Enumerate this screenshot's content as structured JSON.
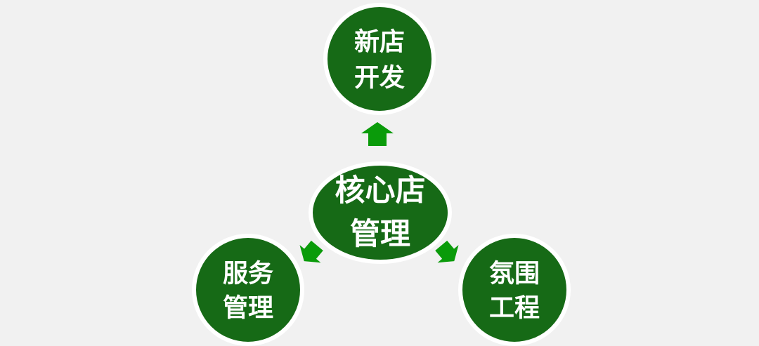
{
  "diagram": {
    "title": "core-store-management-diagram",
    "center_node": {
      "line1": "核心店",
      "line2": "管理"
    },
    "top_node": {
      "line1": "新店",
      "line2": "开发"
    },
    "bottom_left_node": {
      "line1": "服务",
      "line2": "管理"
    },
    "bottom_right_node": {
      "line1": "氛围",
      "line2": "工程"
    },
    "arrows": [
      {
        "name": "arrow-up",
        "direction": "up",
        "from": "核心店管理",
        "to": "新店开发"
      },
      {
        "name": "arrow-down-left",
        "direction": "down-left",
        "from": "核心店管理",
        "to": "服务管理"
      },
      {
        "name": "arrow-down-right",
        "direction": "down-right",
        "from": "核心店管理",
        "to": "氛围工程"
      }
    ]
  },
  "colors": {
    "background": "#f1f1f1",
    "node_fill": "#166a16",
    "node_ring": "#ffffff",
    "arrow_fill": "#0a9b0a",
    "text": "#ffffff"
  }
}
